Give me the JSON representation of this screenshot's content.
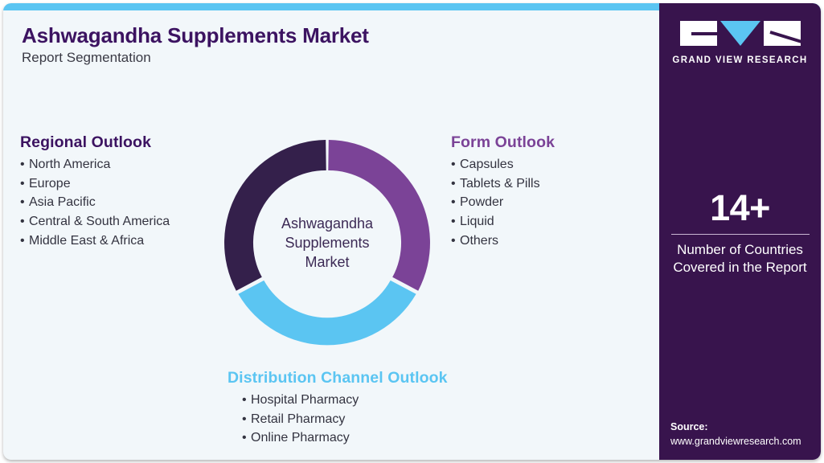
{
  "header": {
    "title": "Ashwagandha Supplements Market",
    "subtitle": "Report Segmentation"
  },
  "colors": {
    "accent_blue": "#5bc5f2",
    "dark_purple": "#38144d",
    "mid_purple": "#7b4397",
    "donut_dark": "#34204b",
    "donut_mid": "#7b4397",
    "donut_blue": "#5bc5f2",
    "card_background": "#f2f7fa"
  },
  "donut": {
    "center_lines": [
      "Ashwagandha",
      "Supplements",
      "Market"
    ]
  },
  "chart_data": {
    "type": "pie",
    "title": "Ashwagandha Supplements Market",
    "categories": [
      "Regional Outlook",
      "Form Outlook",
      "Distribution Channel Outlook"
    ],
    "values": [
      33.33,
      33.33,
      33.33
    ],
    "colors": [
      "#34204b",
      "#7b4397",
      "#5bc5f2"
    ],
    "legend": "segment headings placed around the donut",
    "notes": "Donut chart with three equal segments separated by gaps; hole displays the market name"
  },
  "segments": {
    "regional": {
      "heading": "Regional Outlook",
      "items": [
        "North America",
        "Europe",
        "Asia Pacific",
        "Central & South America",
        "Middle East & Africa"
      ]
    },
    "form": {
      "heading": "Form Outlook",
      "items": [
        "Capsules",
        "Tablets & Pills",
        "Powder",
        "Liquid",
        "Others"
      ]
    },
    "distribution": {
      "heading": "Distribution Channel Outlook",
      "items": [
        "Hospital Pharmacy",
        "Retail Pharmacy",
        "Online Pharmacy"
      ]
    }
  },
  "panel": {
    "logo_text": "GRAND VIEW RESEARCH",
    "stat_number": "14+",
    "stat_caption_line1": "Number of Countries",
    "stat_caption_line2": "Covered in the Report",
    "source_label": "Source:",
    "source_url": "www.grandviewresearch.com"
  },
  "bullet_char": "•"
}
